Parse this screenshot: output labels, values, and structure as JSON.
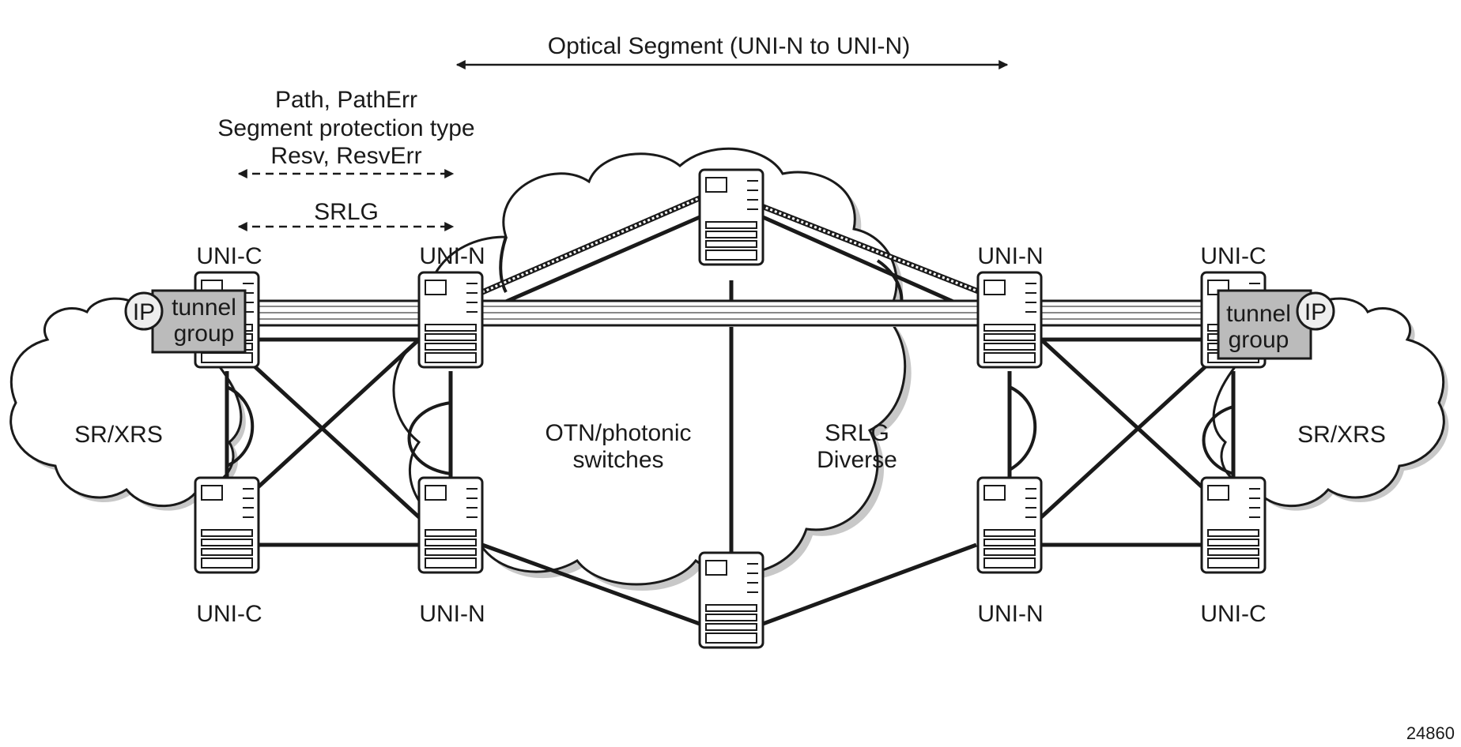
{
  "top_arrow": {
    "label": "Optical Segment (UNI-N to UNI-N)"
  },
  "signaling": {
    "line1": "Path, PathErr",
    "line2": "Segment protection type",
    "line3": "Resv, ResvErr",
    "srlg": "SRLG"
  },
  "nodes": {
    "uni_c_top_left": "UNI-C",
    "uni_n_top_left": "UNI-N",
    "uni_n_top_right": "UNI-N",
    "uni_c_top_right": "UNI-C",
    "uni_c_bottom_left": "UNI-C",
    "uni_n_bottom_left": "UNI-N",
    "uni_n_bottom_right": "UNI-N",
    "uni_c_bottom_right": "UNI-C"
  },
  "tunnel_left": {
    "badge": "IP",
    "line1": "tunnel",
    "line2": "group"
  },
  "tunnel_right": {
    "badge": "IP",
    "line1": "tunnel",
    "line2": "group"
  },
  "clouds": {
    "left": "SR/XRS",
    "right": "SR/XRS",
    "center_line1": "OTN/photonic",
    "center_line2": "switches",
    "srlg_line1": "SRLG",
    "srlg_line2": "Diverse"
  },
  "figure_number": "24860"
}
